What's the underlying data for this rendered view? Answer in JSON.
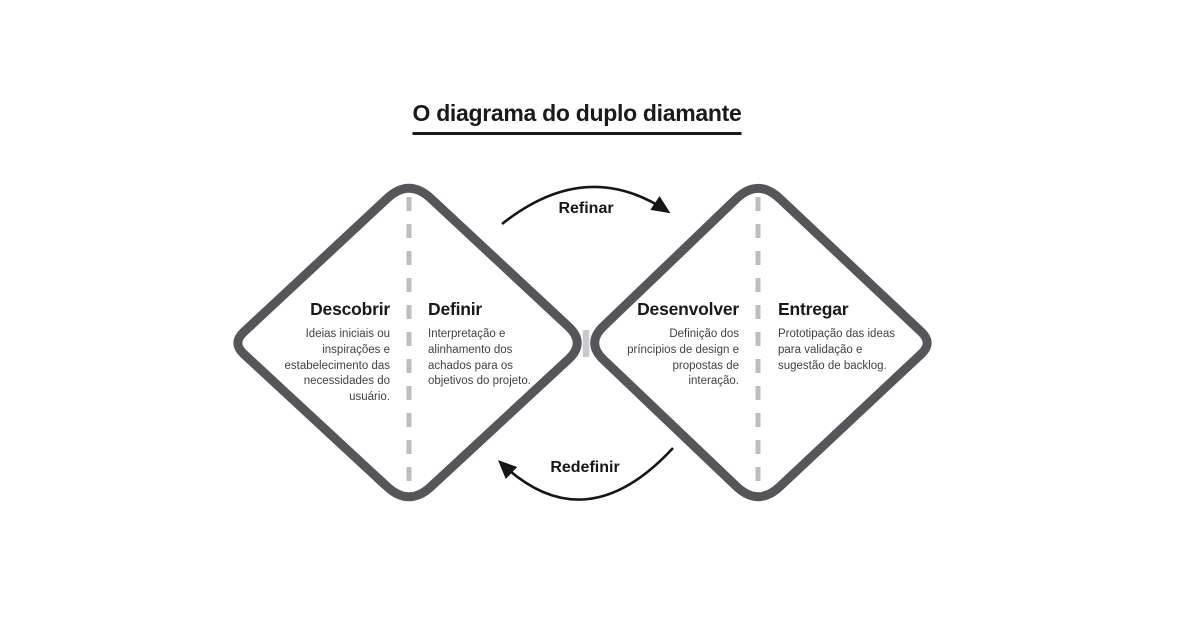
{
  "title": "O diagrama do duplo diamante",
  "diagram": {
    "stages": [
      {
        "name": "Descobrir",
        "lines": [
          "Ideias iniciais ou",
          "inspirações e",
          "estabelecimento das",
          "necessidades do",
          "usuário."
        ]
      },
      {
        "name": "Definir",
        "lines": [
          "Interpretação e",
          "alinhamento dos",
          "achados para os",
          "objetivos do projeto."
        ]
      },
      {
        "name": "Desenvolver",
        "lines": [
          "Definição dos",
          "príncipios de design e",
          "propostas de",
          "interação."
        ]
      },
      {
        "name": "Entregar",
        "lines": [
          "Prototipação das ideas",
          "para validação e",
          "sugestão de backlog."
        ]
      }
    ],
    "arrows": {
      "top": "Refinar",
      "bottom": "Redefinir"
    },
    "colors": {
      "diamond_stroke": "#54565a",
      "divider_dash": "#bdbec2",
      "center_connector": "#cacace",
      "arrow_stroke": "#161618",
      "text": "#1a1a1c"
    }
  }
}
